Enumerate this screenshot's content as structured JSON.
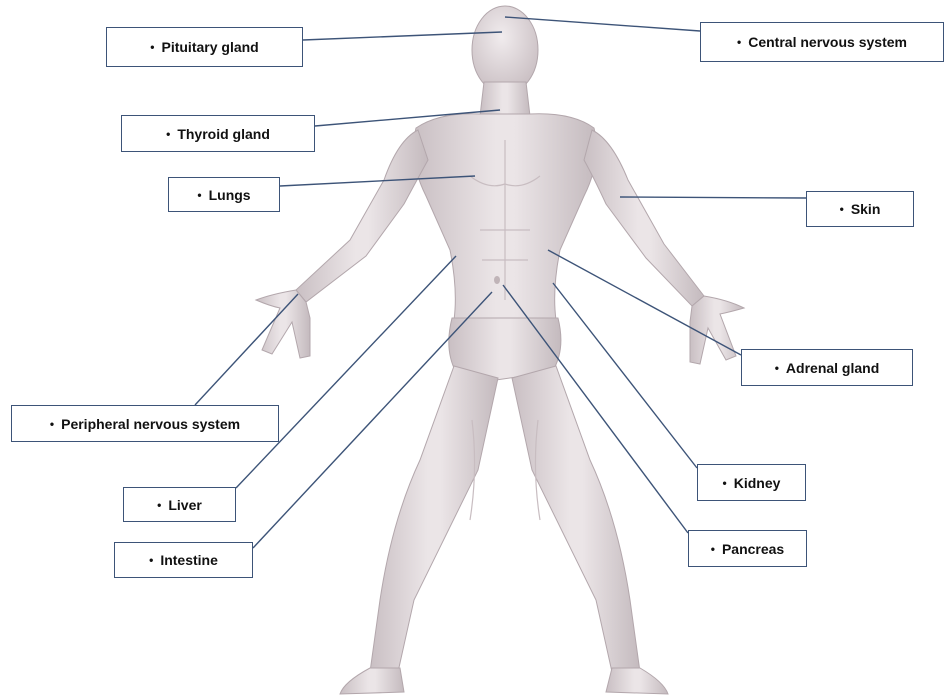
{
  "diagram": {
    "labels": [
      {
        "id": "pituitary-gland",
        "text": "Pituitary gland"
      },
      {
        "id": "central-nervous-system",
        "text": "Central nervous system"
      },
      {
        "id": "thyroid-gland",
        "text": "Thyroid gland"
      },
      {
        "id": "lungs",
        "text": "Lungs"
      },
      {
        "id": "skin",
        "text": "Skin"
      },
      {
        "id": "adrenal-gland",
        "text": "Adrenal gland"
      },
      {
        "id": "peripheral-nervous-system",
        "text": "Peripheral nervous system"
      },
      {
        "id": "kidney",
        "text": "Kidney"
      },
      {
        "id": "liver",
        "text": "Liver"
      },
      {
        "id": "pancreas",
        "text": "Pancreas"
      },
      {
        "id": "intestine",
        "text": "Intestine"
      }
    ],
    "bullet": "•",
    "colors": {
      "leader_line": "#3d5478",
      "box_border": "#3d5478",
      "skin_light": "#ece6e8",
      "skin_mid": "#d6cdd1",
      "skin_shadow": "#b5a9ae"
    }
  }
}
